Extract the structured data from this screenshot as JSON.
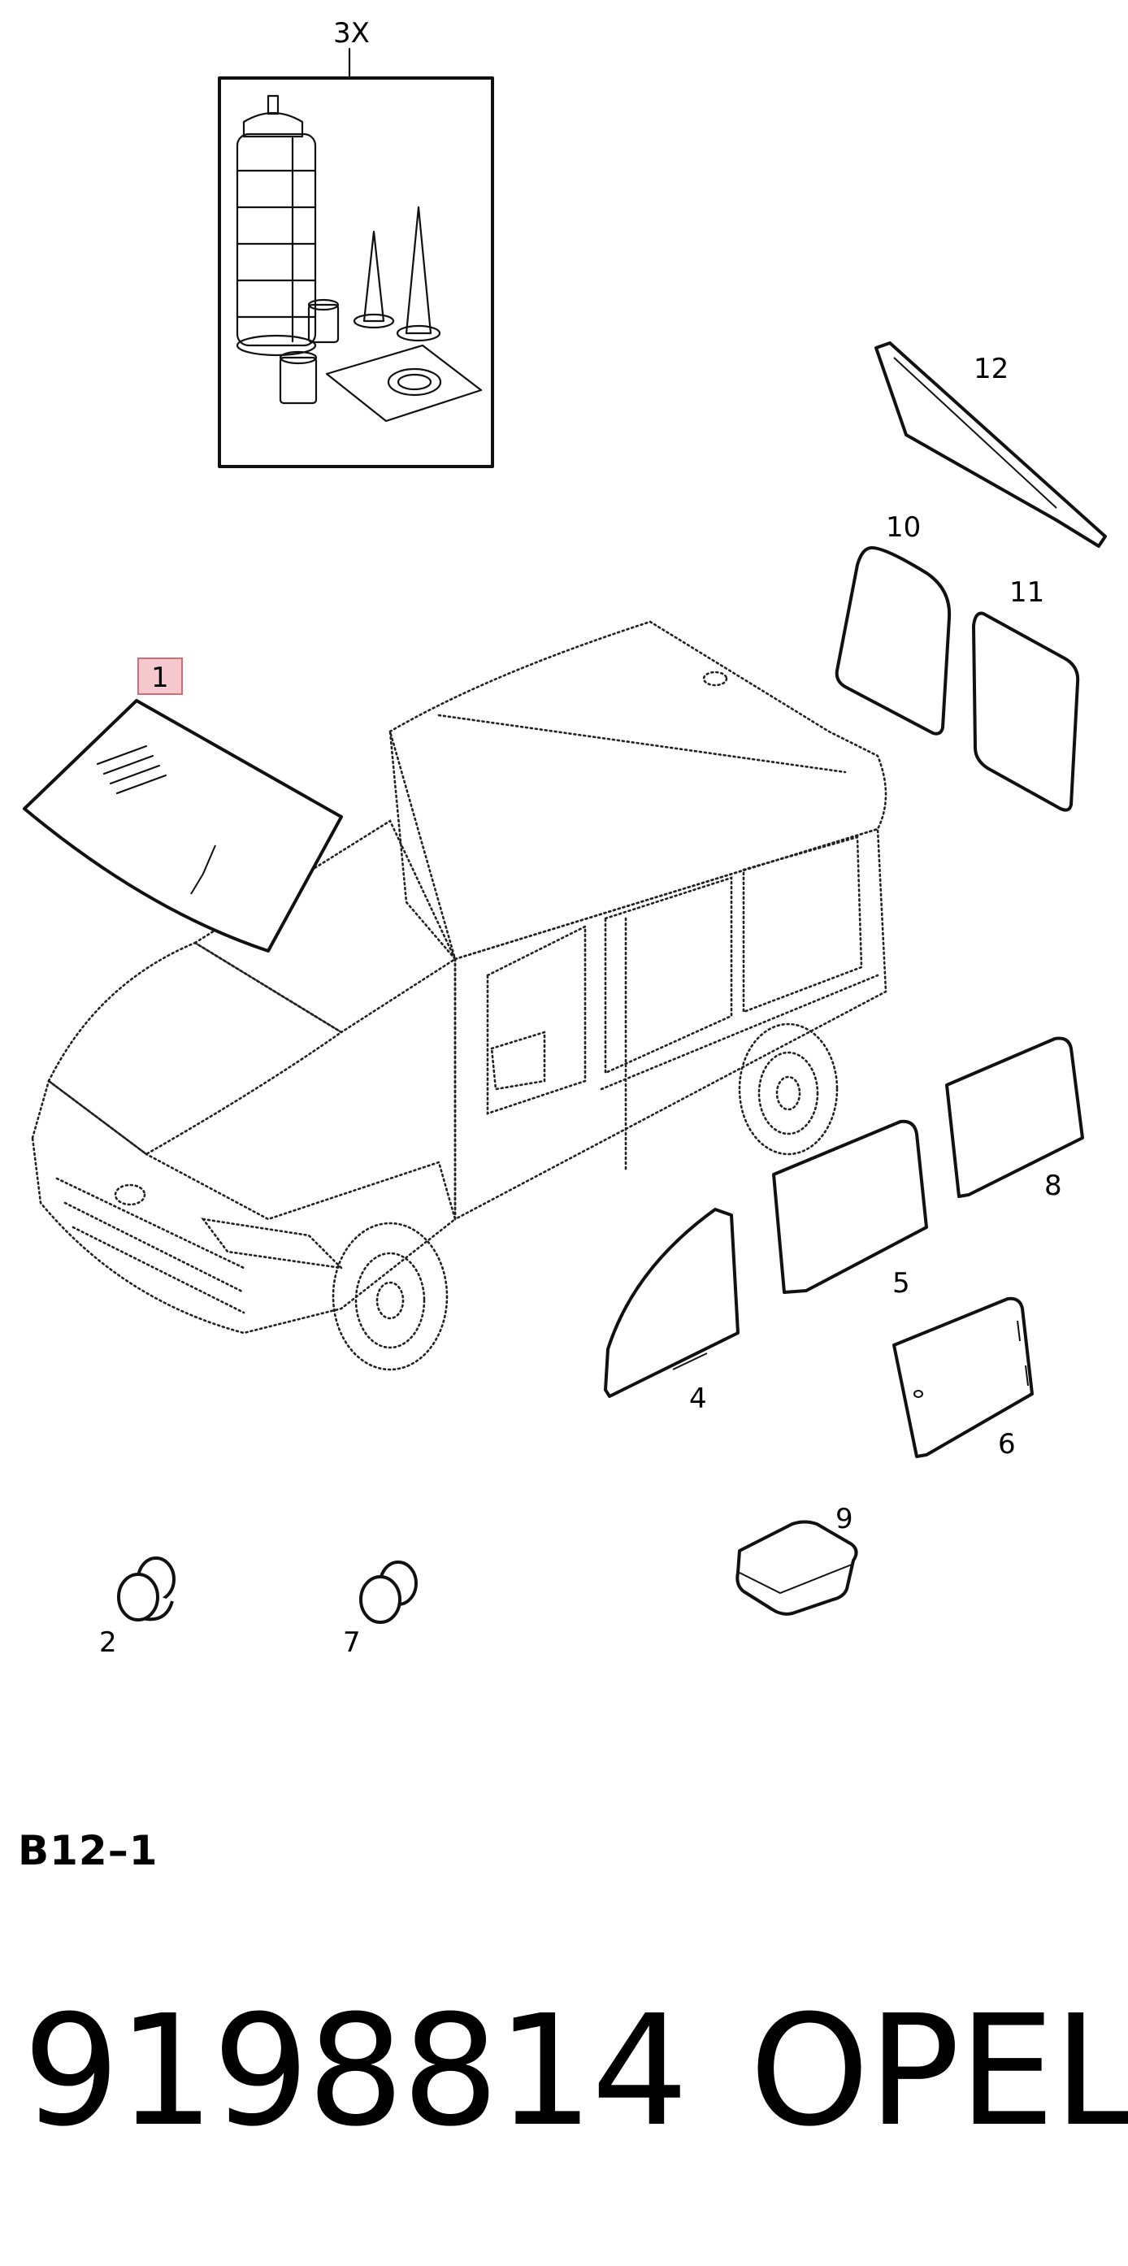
{
  "kit": {
    "label": "3X"
  },
  "callouts": {
    "c1": "1",
    "c2": "2",
    "c4": "4",
    "c5": "5",
    "c6": "6",
    "c7": "7",
    "c8": "8",
    "c9": "9",
    "c10": "10",
    "c11": "11",
    "c12": "12"
  },
  "highlight_color": "#f5c9ce",
  "section_code": "B12–1",
  "part_number": "9198814",
  "brand": "OPEL"
}
